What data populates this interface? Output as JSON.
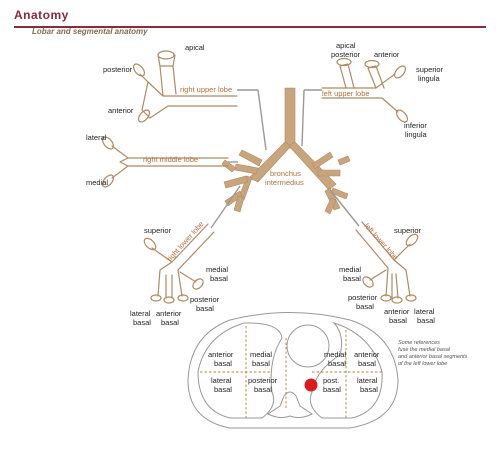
{
  "header": {
    "title": "Anatomy",
    "subtitle": "Lobar and segmental anatomy"
  },
  "colors": {
    "bronchus": "#c9a57e",
    "bronchus_stroke": "#b08a62",
    "header": "#8a2a3a",
    "lesion": "#d91c1c"
  },
  "labels": {
    "apical": "apical",
    "posterior": "posterior",
    "anterior": "anterior",
    "right_upper_lobe": "right upper lobe",
    "lateral": "lateral",
    "medial": "medial",
    "right_middle_lobe": "right middle lobe",
    "bronchus": "bronchus",
    "intermedius": "intermedius",
    "apical_posterior_1": "apical",
    "apical_posterior_2": "posterior",
    "anterior_left": "anterior",
    "superior_lingula_1": "superior",
    "superior_lingula_2": "lingula",
    "left_upper_lobe": "left upper lobe",
    "inferior_lingula_1": "inferior",
    "inferior_lingula_2": "lingula",
    "right_lower_lobe": "right lower lobe",
    "superior_r": "superior",
    "medial_basal_r1": "medial",
    "medial_basal_r2": "basal",
    "posterior_basal_r1": "posterior",
    "posterior_basal_r2": "basal",
    "lateral_basal_r1": "lateral",
    "lateral_basal_r2": "basal",
    "anterior_basal_r1": "anterior",
    "anterior_basal_r2": "basal",
    "left_lower_lobe": "left lower lobe",
    "superior_l": "superior",
    "medial_basal_l1": "medial",
    "medial_basal_l2": "basal",
    "posterior_basal_l1": "posterior",
    "posterior_basal_l2": "basal",
    "anterior_basal_l1": "anterior",
    "anterior_basal_l2": "basal",
    "lateral_basal_l1": "lateral",
    "lateral_basal_l2": "basal"
  },
  "ct": {
    "anterior_basal_1": "anterior",
    "anterior_basal_2": "basal",
    "medial_basal_1": "medial",
    "medial_basal_2": "basal",
    "lateral_basal_1": "lateral",
    "lateral_basal_2": "basal",
    "posterior_basal_1": "posterior",
    "posterior_basal_2": "basal",
    "post_basal_1": "post.",
    "post_basal_2": "basal",
    "r_medial_basal_1": "medial",
    "r_medial_basal_2": "basal",
    "r_anterior_basal_1": "anterior",
    "r_anterior_basal_2": "basal",
    "r_lateral_basal_1": "lateral",
    "r_lateral_basal_2": "basal"
  },
  "note": {
    "line1": "Some references",
    "line2": "fuse the medial basal",
    "line3": "and anterior basal segments",
    "line4": "of the left lower lobe"
  }
}
